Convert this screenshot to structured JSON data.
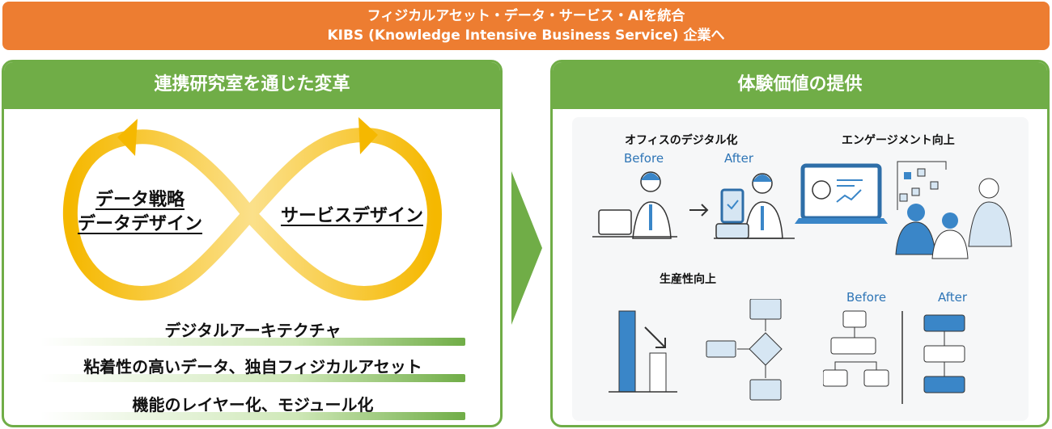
{
  "banner": {
    "line1": "フィジカルアセット・データ・サービス・AIを統合",
    "line2": "KIBS (Knowledge Intensive Business Service) 企業へ"
  },
  "left_panel": {
    "title": "連携研究室を通じた変革",
    "loop_left": {
      "line1": "データ戦略",
      "line2": "データデザイン"
    },
    "loop_right": "サービスデザイン",
    "foundations": [
      "デジタルアーキテクチャ",
      "粘着性の高いデータ、独自フィジカルアセット",
      "機能のレイヤー化、モジュール化"
    ]
  },
  "right_panel": {
    "title": "体験価値の提供",
    "office": {
      "title": "オフィスのデジタル化",
      "before": "Before",
      "after": "After"
    },
    "engagement": {
      "title": "エンゲージメント向上"
    },
    "productivity": {
      "title": "生産性向上",
      "before": "Before",
      "after": "After"
    }
  },
  "colors": {
    "orange": "#ED7D31",
    "green": "#70AD47",
    "yellow": "#F5B800",
    "blue": "#3A86C8"
  }
}
